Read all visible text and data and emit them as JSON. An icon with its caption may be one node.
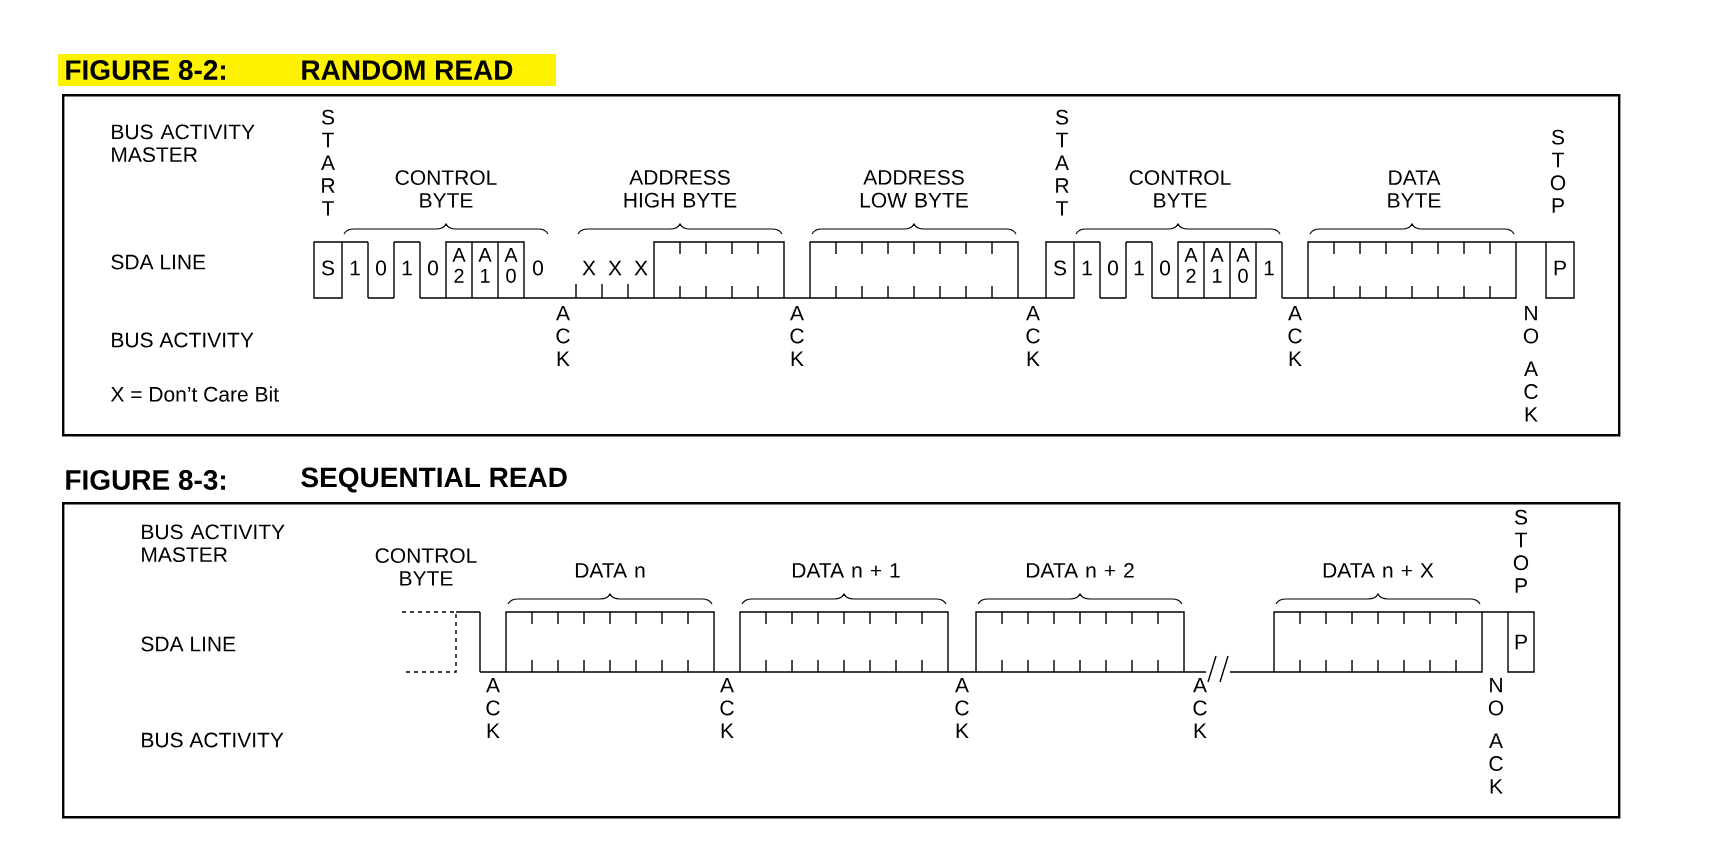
{
  "diagram": {
    "nodes": [
      {
        "text": [
          "FIGURE 8-2:",
          "RANDOM READ"
        ]
      },
      {
        "text": [
          "FIGURE 8-3:",
          "SEQUENTIAL READ"
        ]
      }
    ],
    "labels": [
      "BUS ACTIVITY MASTER",
      "START",
      "CONTROL BYTE",
      "ADDRESS HIGH BYTE",
      "ADDRESS LOW BYTE",
      "START",
      "CONTROL BYTE",
      "DATA BYTE",
      "STOP",
      "SDA LINE",
      "S",
      "1",
      "0",
      "1",
      "0",
      "A2",
      "A1",
      "A0",
      "0",
      "X",
      "X",
      "X",
      "S",
      "1",
      "0",
      "1",
      "0",
      "A2",
      "A1",
      "A0",
      "1",
      "P",
      "BUS ACTIVITY",
      "ACK",
      "ACK",
      "ACK",
      "ACK",
      "NO ACK",
      "X = Don’t Care Bit",
      "BUS ACTIVITY MASTER",
      "CONTROL BYTE",
      "DATA n",
      "DATA n + 1",
      "DATA n + 2",
      "DATA n + X",
      "STOP",
      "SDA LINE",
      "P",
      "BUS ACTIVITY",
      "ACK",
      "ACK",
      "ACK",
      "ACK",
      "NO ACK"
    ]
  }
}
